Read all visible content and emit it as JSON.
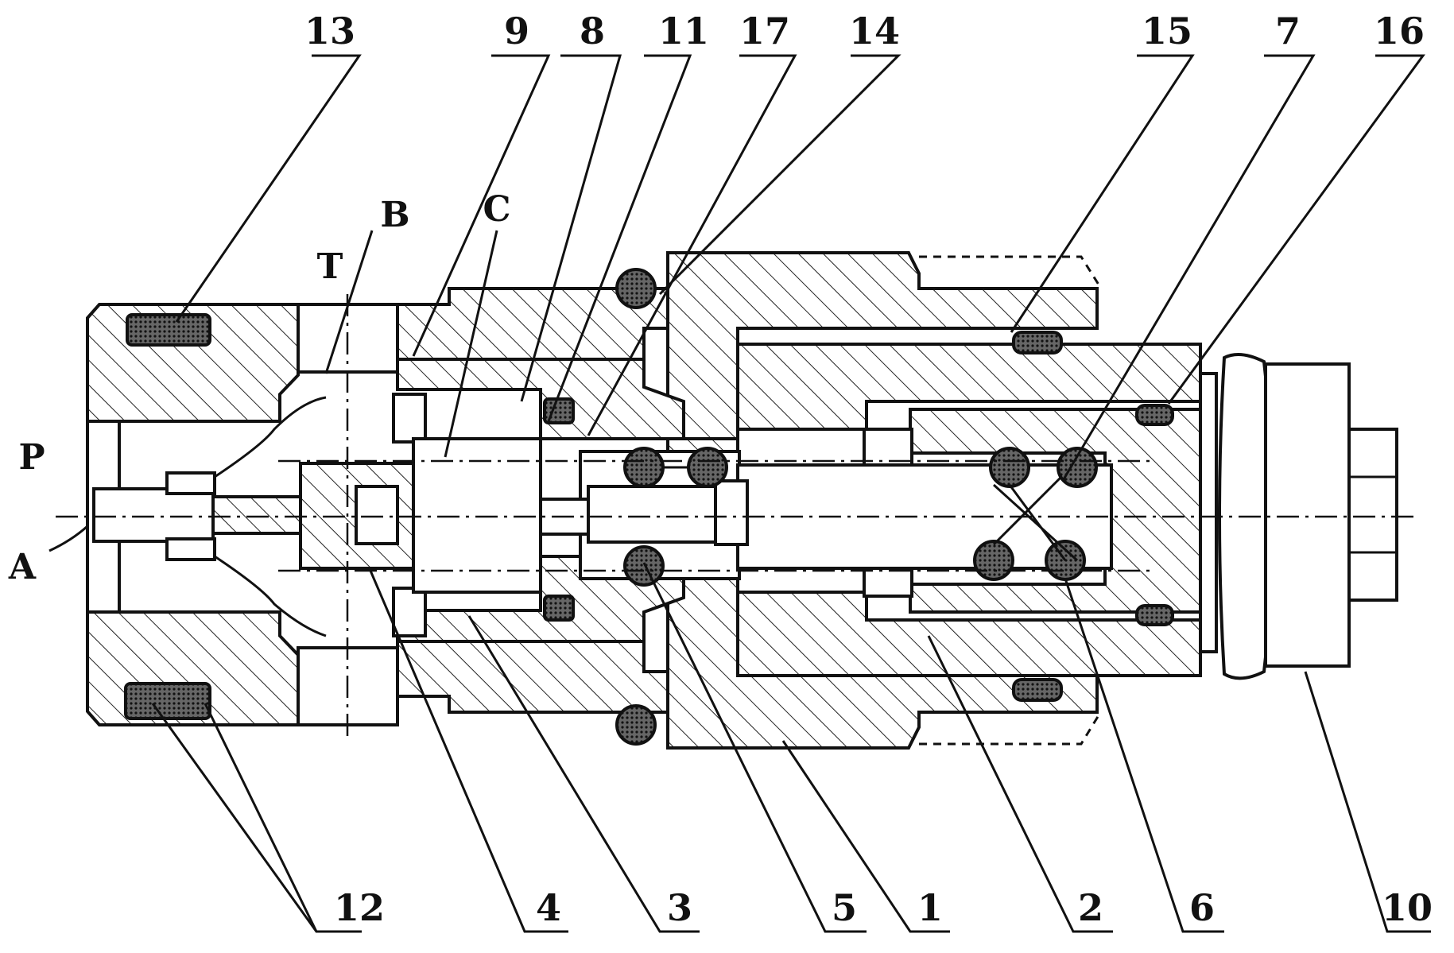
{
  "diagram": {
    "part_labels": {
      "p1": "1",
      "p2": "2",
      "p3": "3",
      "p4": "4",
      "p5": "5",
      "p6": "6",
      "p7": "7",
      "p8": "8",
      "p9": "9",
      "p10": "10",
      "p11": "11",
      "p12": "12",
      "p13": "13",
      "p14": "14",
      "p15": "15",
      "p16": "16",
      "p17": "17"
    },
    "port_labels": {
      "P": "P",
      "A": "A",
      "T": "T",
      "B": "B",
      "C": "C"
    }
  }
}
